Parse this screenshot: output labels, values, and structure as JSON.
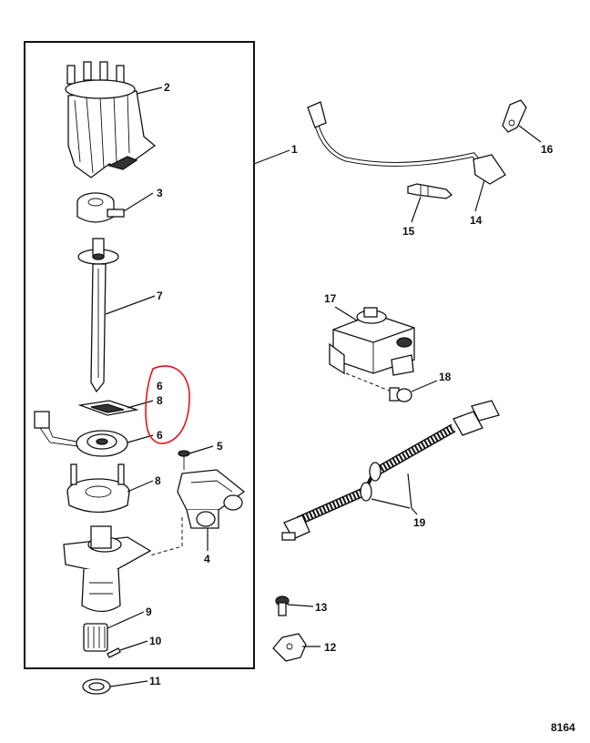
{
  "figure_number": "8164",
  "callouts": {
    "c1": "1",
    "c2": "2",
    "c3": "3",
    "c4": "4",
    "c5": "5",
    "c6a": "6",
    "c8a": "8",
    "c6b": "6",
    "c7": "7",
    "c8b": "8",
    "c9": "9",
    "c10": "10",
    "c11": "11",
    "c12": "12",
    "c13": "13",
    "c14": "14",
    "c15": "15",
    "c16": "16",
    "c17": "17",
    "c18": "18",
    "c19": "19"
  },
  "highlight_color": "#e5141b"
}
